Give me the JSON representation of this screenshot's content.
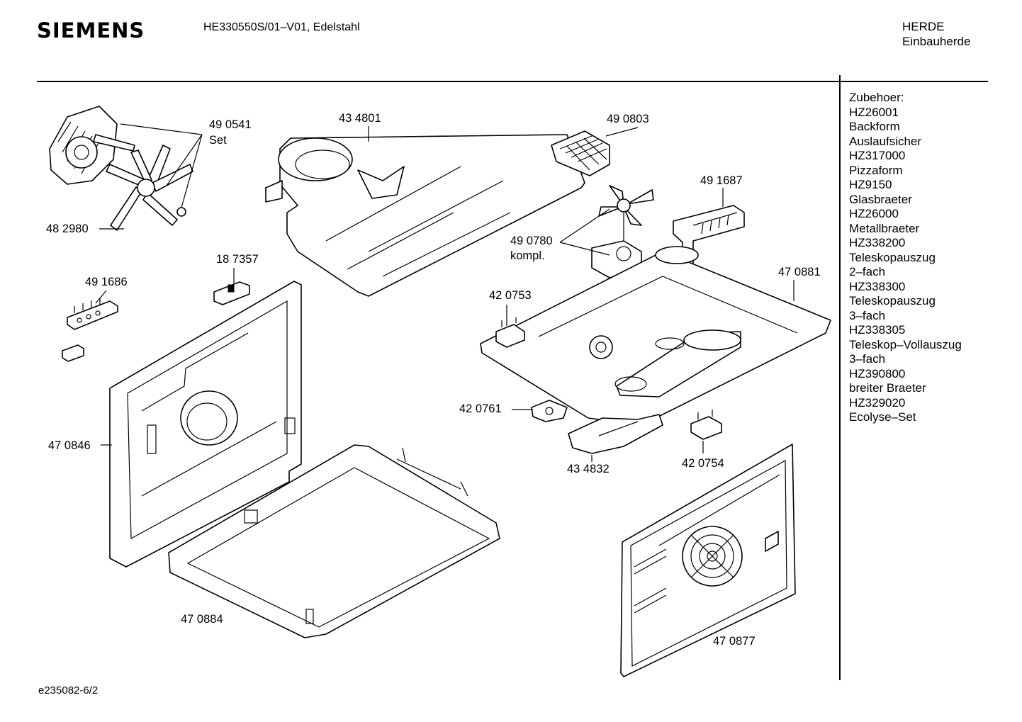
{
  "header": {
    "brand": "SIEMENS",
    "model": "HE330550S/01–V01, Edelstahl",
    "category_line1": "HERDE",
    "category_line2": "Einbauherde"
  },
  "accessories": [
    "Zubehoer:",
    "HZ26001",
    "Backform",
    "Auslaufsicher",
    "HZ317000",
    "Pizzaform",
    "HZ9150",
    "Glasbraeter",
    "HZ26000",
    "Metallbraeter",
    "HZ338200",
    "Teleskopauszug",
    "2–fach",
    "HZ338300",
    "Teleskopauszug",
    "3–fach",
    "HZ338305",
    "Teleskop–Vollauszug",
    "3–fach",
    "HZ390800",
    "breiter Braeter",
    "HZ329020",
    "Ecolyse–Set"
  ],
  "part_labels": {
    "p490541": "49 0541",
    "p490541_sub": "Set",
    "p434801": "43 4801",
    "p490803": "49 0803",
    "p491687": "49 1687",
    "p482980": "48 2980",
    "p490780": "49 0780",
    "p490780_sub": "kompl.",
    "p187357": "18 7357",
    "p491686": "49 1686",
    "p470881": "47 0881",
    "p420753": "42 0753",
    "p420761": "42 0761",
    "p470846": "47 0846",
    "p434832": "43 4832",
    "p420754": "42 0754",
    "p470884": "47 0884",
    "p470877": "47 0877"
  },
  "footer": {
    "drawing_id": "e235082‑6/2"
  }
}
